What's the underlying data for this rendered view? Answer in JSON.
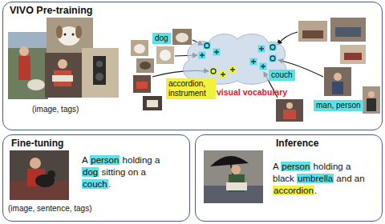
{
  "diagram": {
    "nodes": [
      {
        "text": [
          "VIVO Pre-training",
          "(image, tags)"
        ]
      },
      {
        "text": [
          "visual vocabulary"
        ],
        "in": 0
      },
      {
        "text": [
          "dog"
        ],
        "in": 0
      },
      {
        "text": [
          "accordion, instrument"
        ],
        "in": 0
      },
      {
        "text": [
          "couch"
        ],
        "in": 0
      },
      {
        "text": [
          "man, person"
        ],
        "in": 0
      },
      {
        "text": [
          "Fine-tuning",
          "A person holding a dog sitting on a couch.",
          "(image, sentence, tags)"
        ]
      },
      {
        "text": [
          "Inference",
          "A person holding a black umbrella and an accordion."
        ]
      }
    ]
  }
}
